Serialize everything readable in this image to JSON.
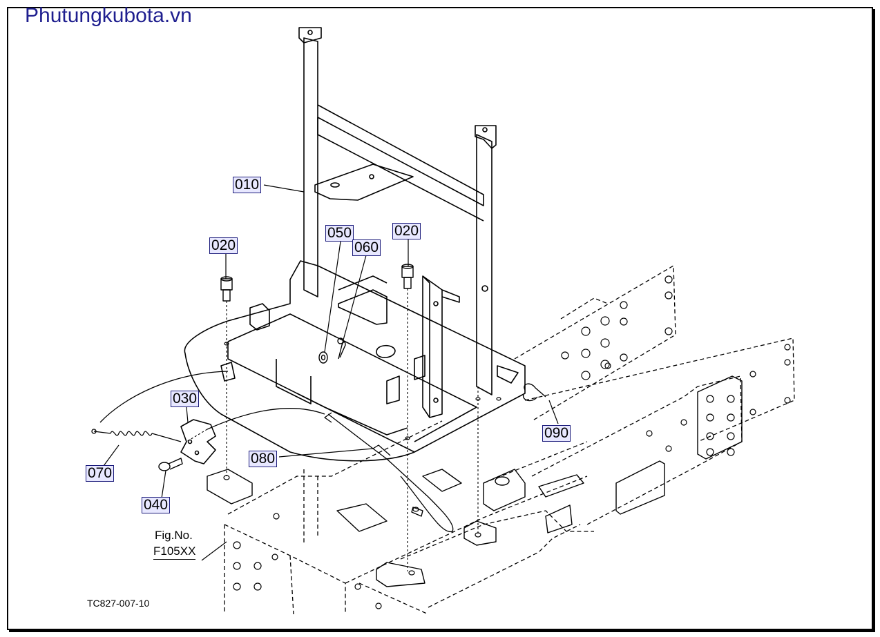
{
  "watermark": "Phutungkubota.vn",
  "callouts": {
    "c010": "010",
    "c020a": "020",
    "c020b": "020",
    "c030": "030",
    "c040": "040",
    "c050": "050",
    "c060": "060",
    "c070": "070",
    "c080": "080",
    "c090": "090"
  },
  "figure_ref": {
    "line1": "Fig.No.",
    "line2": "F105XX"
  },
  "drawing_code": "TC827-007-10"
}
